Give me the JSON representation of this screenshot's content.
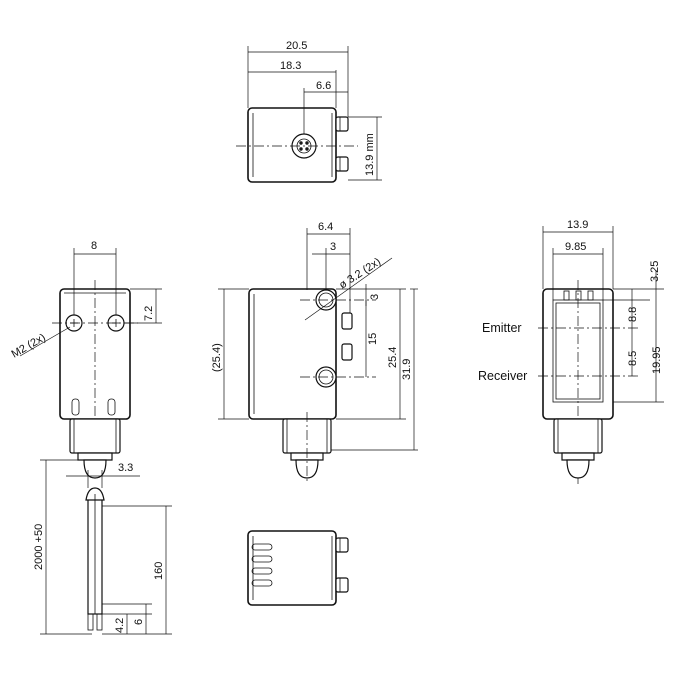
{
  "top_view": {
    "dims": [
      "20.5",
      "18.3",
      "6.6",
      "13.9 mm"
    ]
  },
  "front_view": {
    "dims": [
      "8",
      "7.2"
    ],
    "thread_label": "M2 (2x)",
    "cable_dims": [
      "3.3",
      "2000 +50",
      "160",
      "4.2",
      "6"
    ]
  },
  "side_view": {
    "dims": [
      "6.4",
      "3",
      "3",
      "15",
      "25.4",
      "31.9",
      "(25.4)"
    ],
    "hole_label": "ø 3.2 (2x)"
  },
  "right_view": {
    "dims": [
      "13.9",
      "9.85",
      "3.25",
      "8.8",
      "8.5",
      "19.95"
    ],
    "emitter_label": "Emitter",
    "receiver_label": "Receiver"
  }
}
